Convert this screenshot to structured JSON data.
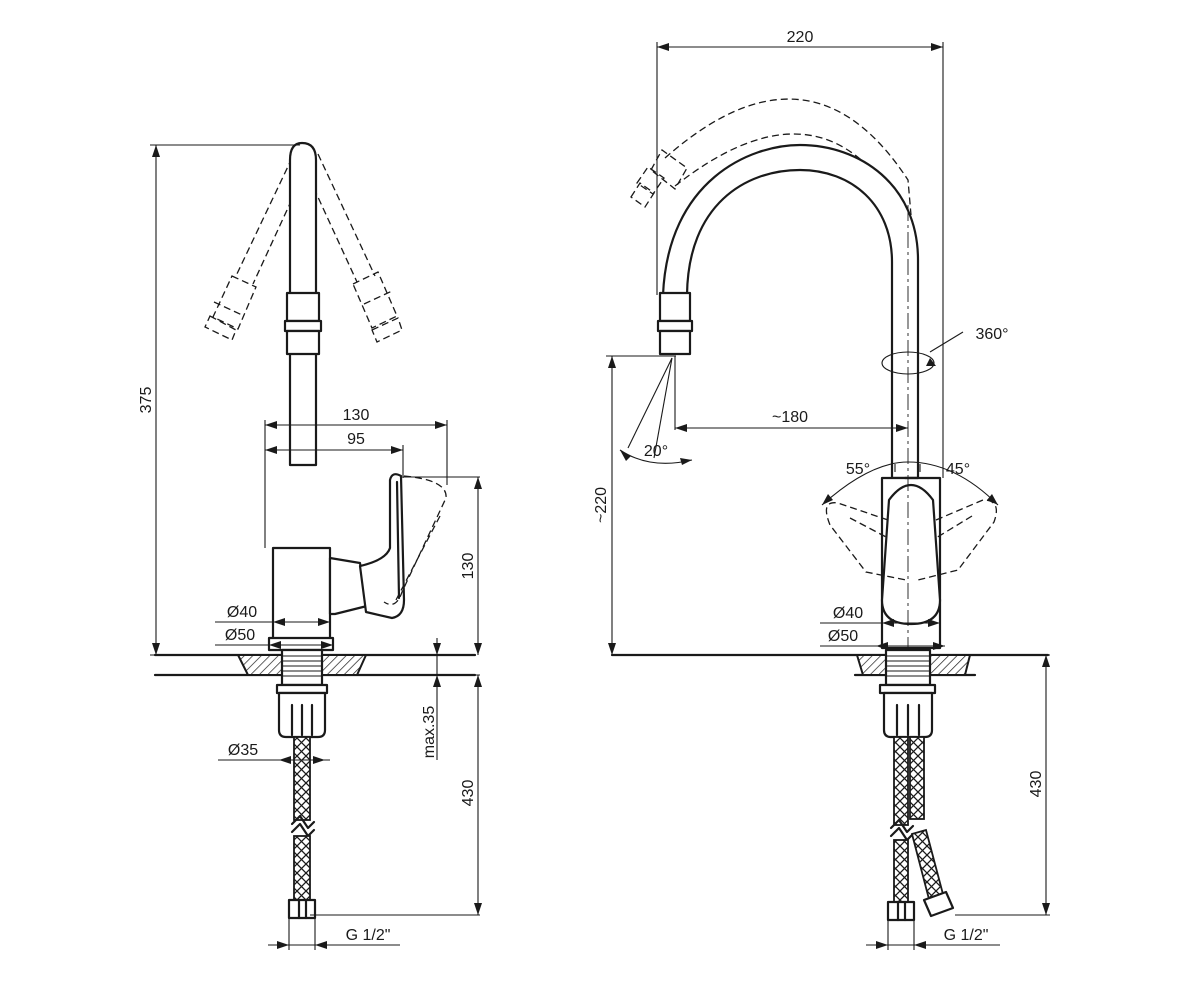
{
  "diagram": {
    "side_view": {
      "total_height": "375",
      "lever_reach": "130",
      "body_reach": "95",
      "body_height": "130",
      "body_diameter": "Ø40",
      "base_diameter": "Ø50",
      "max_deck": "max.35",
      "shank_diameter": "Ø35",
      "hose_length": "430",
      "thread": "G 1/2\""
    },
    "front_view": {
      "overall_width": "220",
      "rotation": "360°",
      "spout_angle": "20°",
      "spout_reach": "~180",
      "spout_height": "~220",
      "lever_left": "55°",
      "lever_right": "45°",
      "body_diameter": "Ø40",
      "base_diameter": "Ø50",
      "hose_length": "430",
      "thread": "G 1/2\""
    }
  }
}
